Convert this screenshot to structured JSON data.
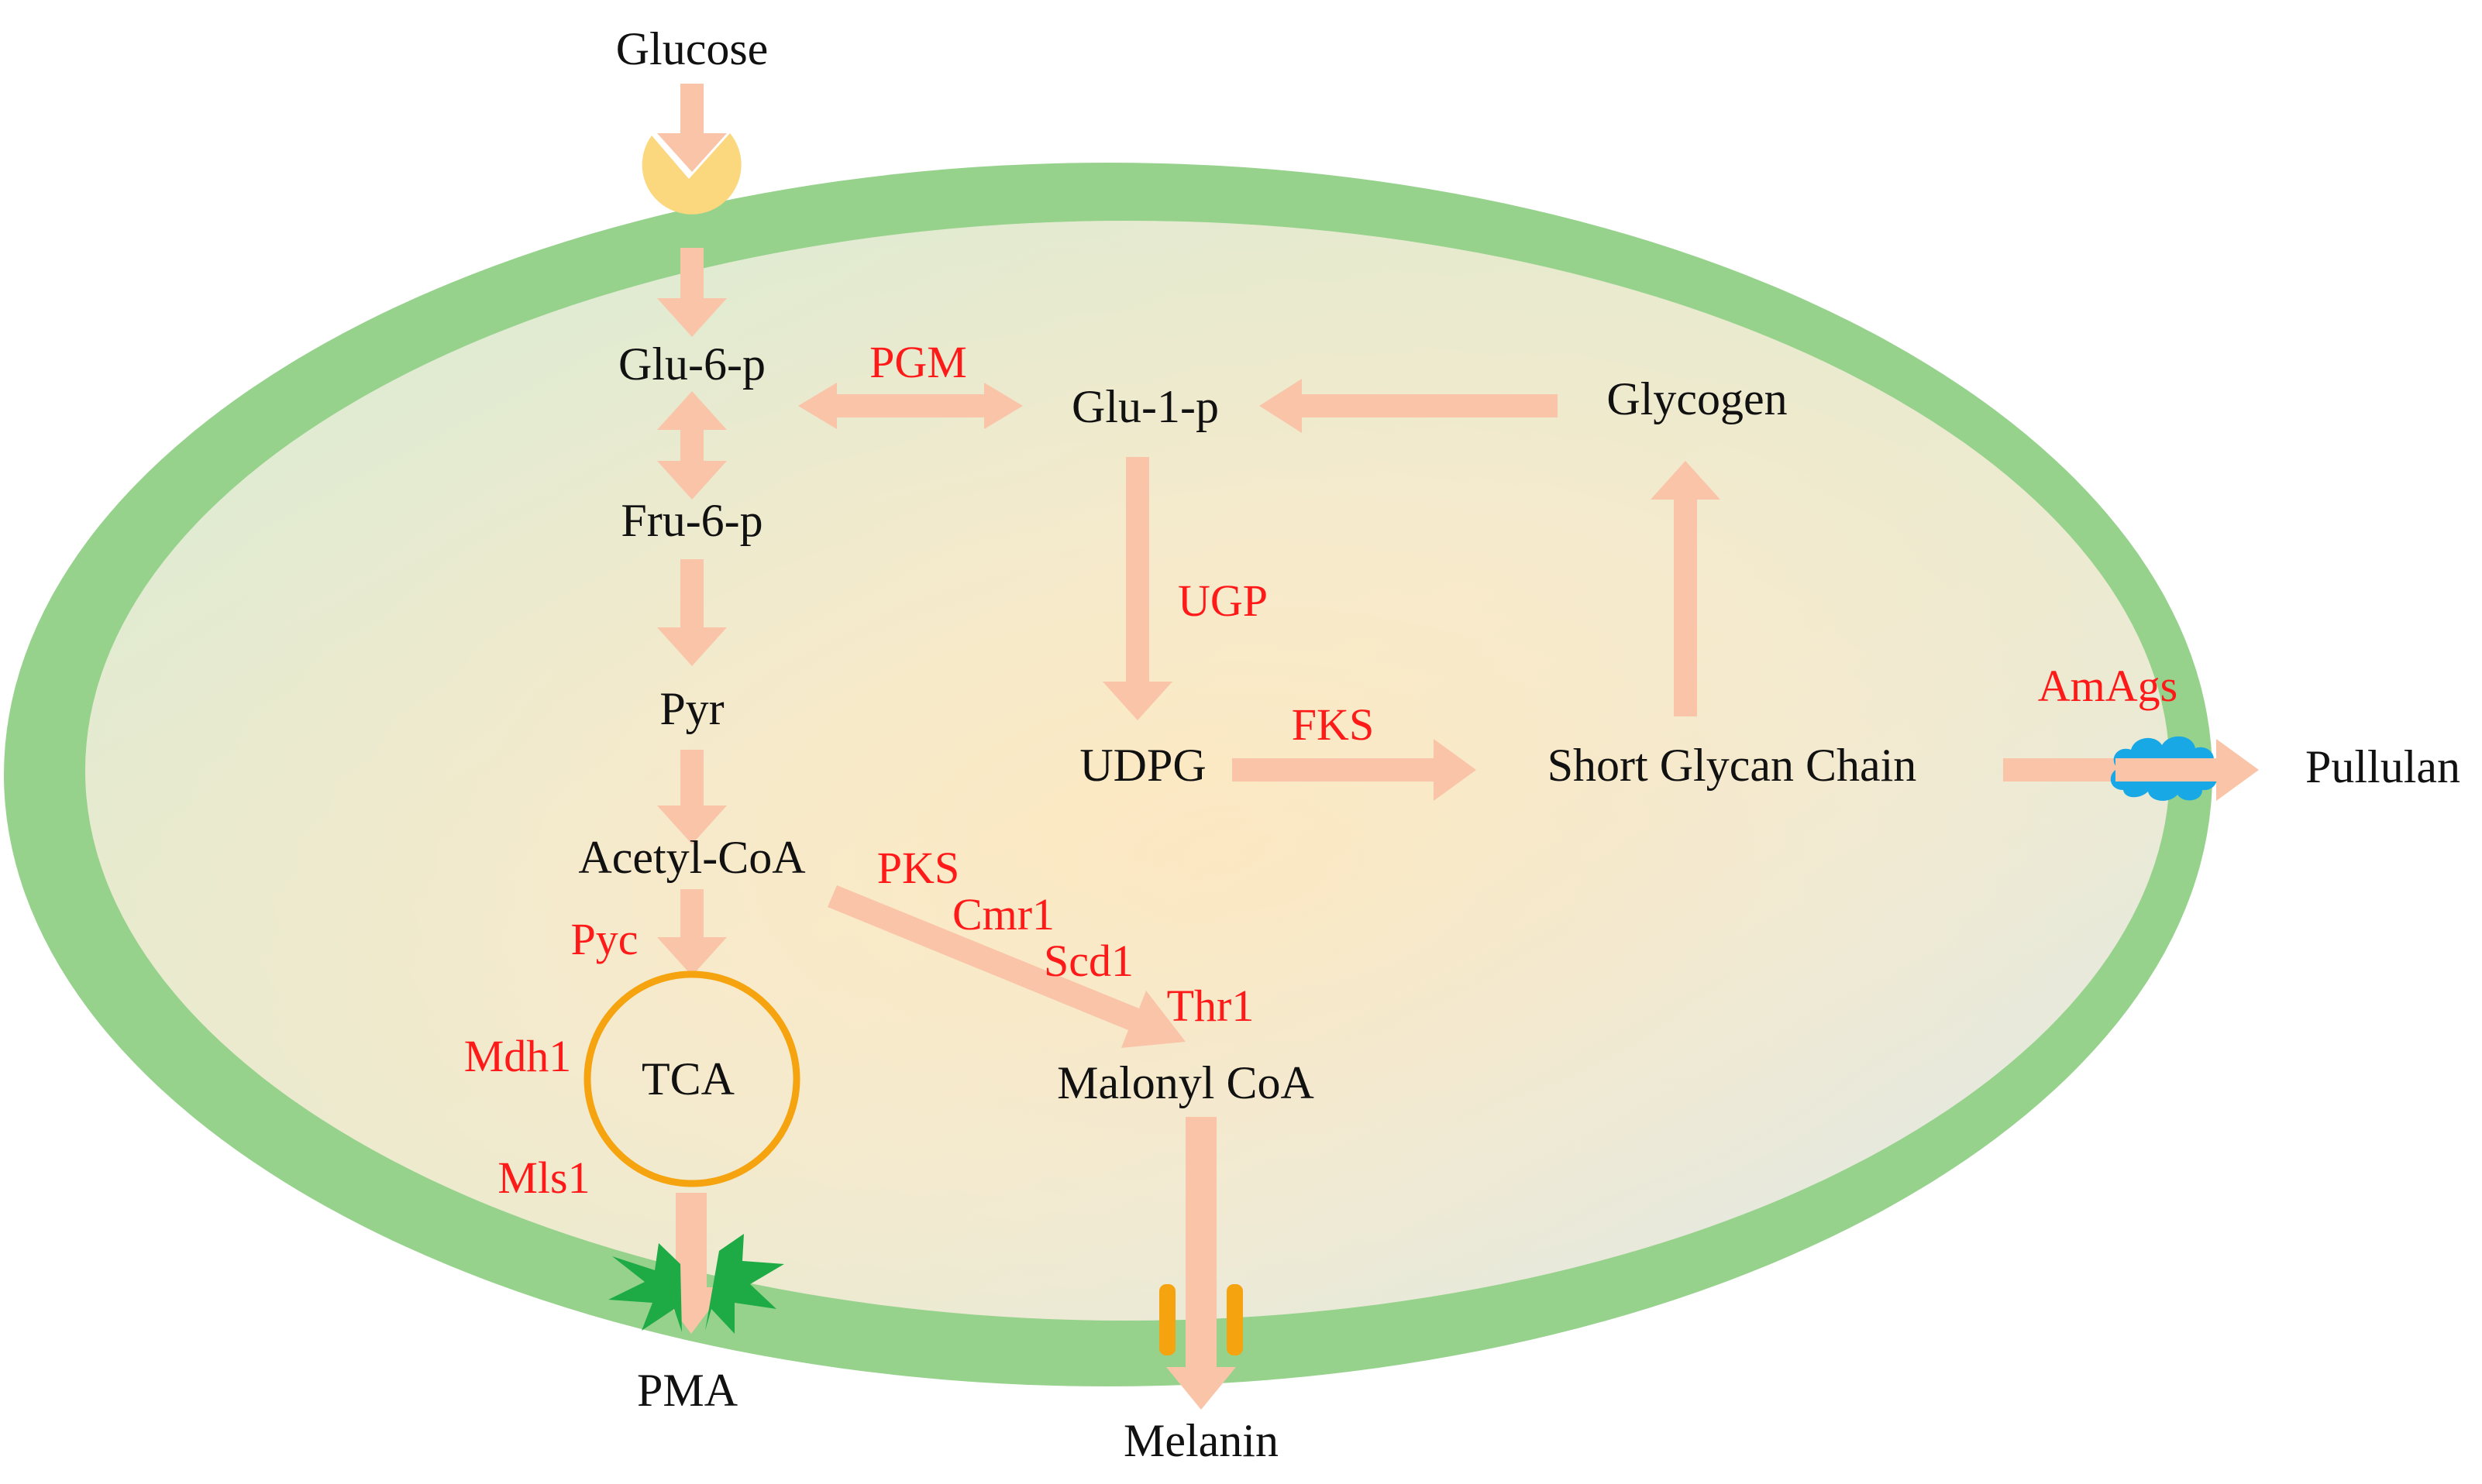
{
  "colors": {
    "membrane": "#96d28c",
    "arrow": "#f9c4a8",
    "enzyme_text": "#ff1a1a",
    "metabolite_text": "#111111",
    "tca_ring": "#f5a30f",
    "transporter_glucose": "#fbd77e",
    "transporter_pma": "#1eab46",
    "transporter_melanin": "#f5a30f",
    "transporter_pullulan": "#19a8e6"
  },
  "icons": {
    "glucose_transporter": "pacman-receptor-icon",
    "pma_transporter": "green-burst-icon",
    "melanin_transporter": "orange-channel-icon",
    "pullulan_transporter": "blue-cloud-icon"
  },
  "metabolites": {
    "glucose": "Glucose",
    "glu6p": "Glu-6-p",
    "glu1p": "Glu-1-p",
    "glycogen": "Glycogen",
    "fru6p": "Fru-6-p",
    "pyr": "Pyr",
    "udpg": "UDPG",
    "short_glycan": "Short Glycan Chain",
    "pullulan": "Pullulan",
    "acetyl_coa": "Acetyl-CoA",
    "tca": "TCA",
    "malonyl_coa": "Malonyl CoA",
    "pma": "PMA",
    "melanin": "Melanin"
  },
  "enzymes": {
    "pgm": "PGM",
    "ugp": "UGP",
    "fks": "FKS",
    "amags": "AmAgs",
    "pks": "PKS",
    "cmr1": "Cmr1",
    "scd1": "Scd1",
    "thr1": "Thr1",
    "pyc": "Pyc",
    "mdh1": "Mdh1",
    "mls1": "Mls1"
  }
}
